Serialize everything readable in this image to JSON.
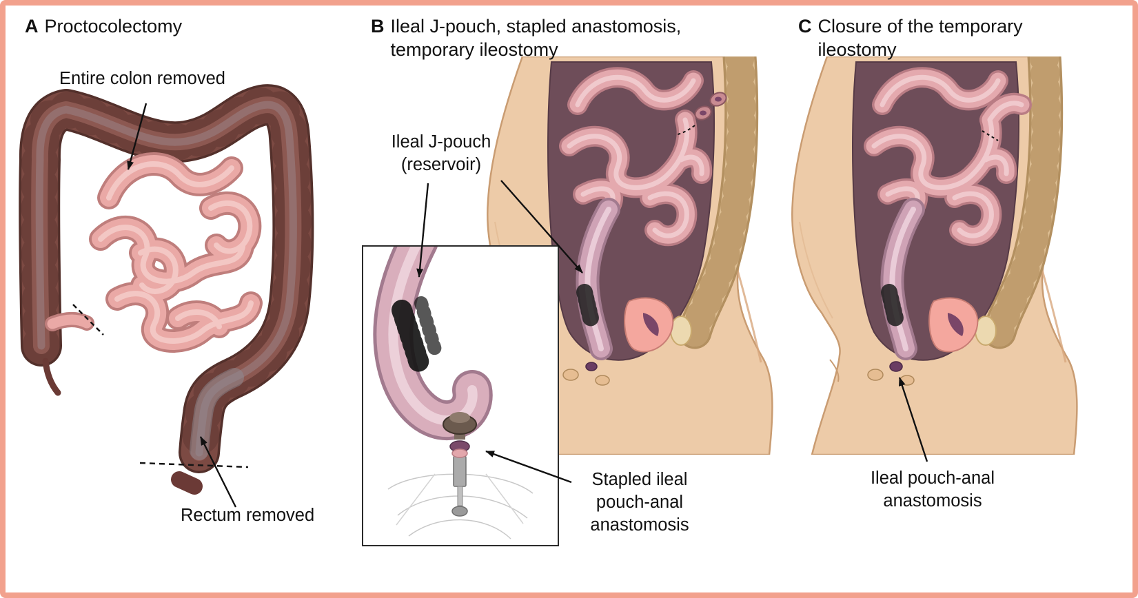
{
  "figure": {
    "type": "medical-surgical-illustration",
    "palette": {
      "frame_border": "#f2a18d",
      "colon_dark": "#7c4a43",
      "small_intestine_pink": "#eaa9a6",
      "skin_tone": "#edcba8",
      "spine_tan": "#dcbd92",
      "pelvic_cavity": "#6e4d59",
      "jpouch_pink": "#cfa3b6",
      "organ_pink": "#f4a79e",
      "organ_purple": "#7a4668",
      "stapler_gray": "#ababab",
      "text": "#111111"
    },
    "panel_a": {
      "letter": "A",
      "title": "Proctocolectomy",
      "label_colon": "Entire colon removed",
      "label_rectum": "Rectum removed"
    },
    "panel_b": {
      "letter": "B",
      "title": "Ileal J-pouch, stapled anastomosis,\ntemporary ileostomy",
      "label_pouch": "Ileal J-pouch\n(reservoir)",
      "label_anastomosis": "Stapled ileal\npouch-anal\nanastomosis"
    },
    "panel_c": {
      "letter": "C",
      "title": "Closure of the temporary\nileostomy",
      "label_anastomosis": "Ileal pouch-anal\nanastomosis"
    }
  }
}
